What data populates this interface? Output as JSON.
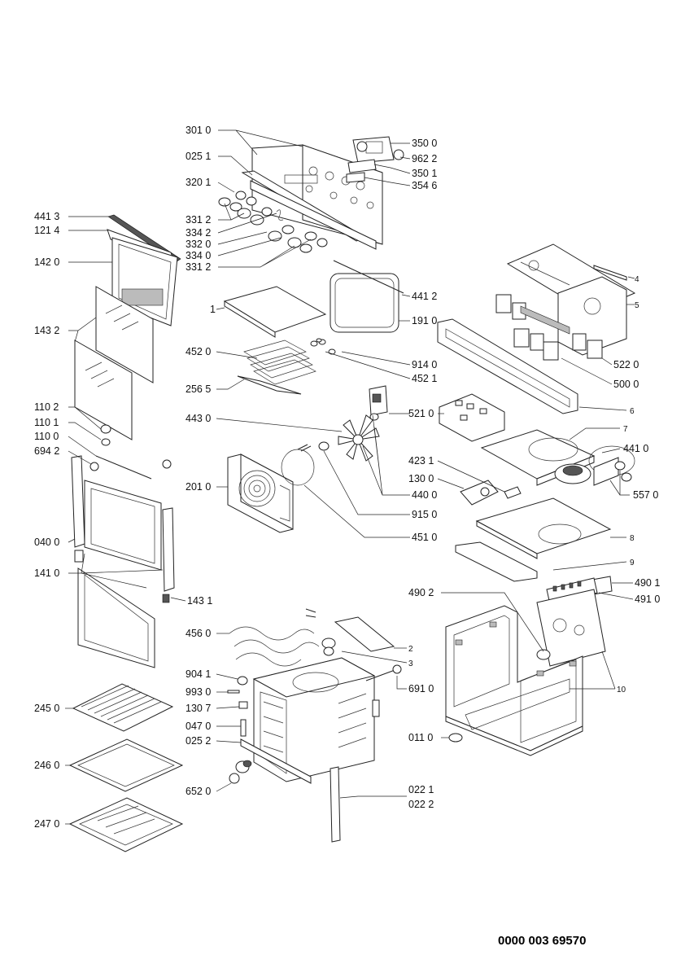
{
  "document_number": "0000 003 69570",
  "labels": {
    "p3010": "301 0",
    "p0251": "025 1",
    "p3201": "320 1",
    "p3312a": "331 2",
    "p3342": "334 2",
    "p3320": "332 0",
    "p3340": "334 0",
    "p3312b": "331 2",
    "p3500": "350 0",
    "p9622": "962 2",
    "p3501": "350 1",
    "p3546": "354 6",
    "p4413": "441 3",
    "p1214": "121 4",
    "p1420": "142 0",
    "p1432": "143 2",
    "p1102": "110 2",
    "p1101": "110 1",
    "p1100": "110 0",
    "p6942": "694 2",
    "p0400": "040 0",
    "p1410": "141 0",
    "p1431": "143 1",
    "p1": "1",
    "p4412": "441 2",
    "p1910": "191 0",
    "p4520": "452 0",
    "p9140": "914 0",
    "p4521": "452 1",
    "p2565": "256 5",
    "p4430": "443 0",
    "p2010": "201 0",
    "p4400": "440 0",
    "p9150": "915 0",
    "p4510": "451 0",
    "p4": "4",
    "p5": "5",
    "p5220": "522 0",
    "p5000": "500 0",
    "p5210": "521 0",
    "p6": "6",
    "p7": "7",
    "p4231": "423 1",
    "p4410": "441 0",
    "p1300": "130 0",
    "p5570": "557 0",
    "p8": "8",
    "p9": "9",
    "p4902": "490 2",
    "p4901": "490 1",
    "p4910": "491 0",
    "p4560": "456 0",
    "p2": "2",
    "p3": "3",
    "p9041": "904 1",
    "p9930": "993 0",
    "p1307": "130 7",
    "p0470": "047 0",
    "p0252": "025 2",
    "p6520": "652 0",
    "p6910": "691 0",
    "p0110": "011 0",
    "p0221": "022 1",
    "p0222": "022 2",
    "p10": "10",
    "p2450": "245 0",
    "p2460": "246 0",
    "p2470": "247 0"
  }
}
